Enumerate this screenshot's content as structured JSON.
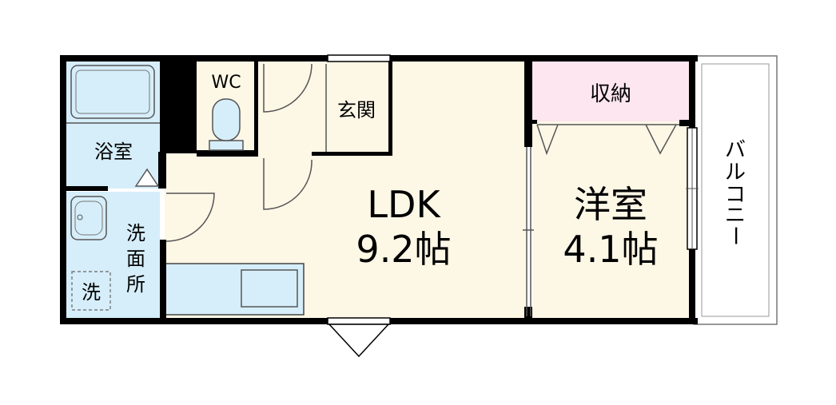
{
  "rooms": {
    "bath": "浴室",
    "wc": "WC",
    "genkan": "玄関",
    "storage": "収納",
    "ldk_name": "LDK",
    "ldk_size": "9.2帖",
    "western_name": "洋室",
    "western_size": "4.1帖",
    "washroom": [
      "洗",
      "面",
      "所"
    ],
    "washer": "洗",
    "balcony": [
      "バ",
      "ル",
      "コ",
      "ニ",
      "ー"
    ]
  },
  "colors": {
    "wall": "#000000",
    "wet_area": "#d6eefa",
    "living_floor": "#fdf7e6",
    "storage_floor": "#fde6ef",
    "fixture_stroke": "#555555",
    "balcony_fill": "#ffffff"
  }
}
